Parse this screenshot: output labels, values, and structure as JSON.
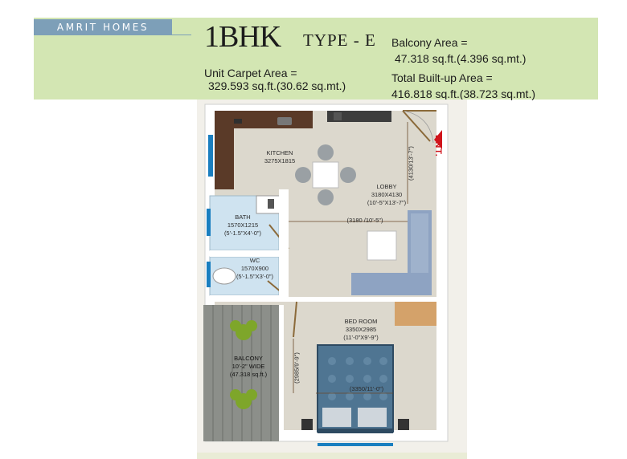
{
  "header": {
    "brand": "AMRIT HOMES",
    "title_main": "1BHK",
    "title_type": "TYPE - E",
    "balcony_area_label": "Balcony Area =",
    "balcony_area_value": "47.318 sq.ft.(4.396 sq.mt.)",
    "carpet_area_label": "Unit Carpet Area =",
    "carpet_area_value": "329.593 sq.ft.(30.62 sq.mt.)",
    "builtup_area_label": "Total Built-up Area =",
    "builtup_area_value": "416.818 sq.ft.(38.723 sq.mt.)"
  },
  "plan": {
    "entrance": "ENT.",
    "rooms": {
      "kitchen": {
        "name": "KITCHEN",
        "size": "3275X1815"
      },
      "lobby": {
        "name": "LOBBY",
        "size": "3180X4130",
        "imperial": "(10'-5\"X13'-7\")"
      },
      "bath": {
        "name": "BATH",
        "size": "1570X1215",
        "imperial": "(5'-1.5\"X4'-0\")"
      },
      "wc": {
        "name": "WC",
        "size": "1570X900",
        "imperial": "(5'-1.5\"X3'-0\")"
      },
      "bedroom": {
        "name": "BED ROOM",
        "size": "3350X2985",
        "imperial": "(11'-0\"X9'-9\")"
      },
      "balcony": {
        "name": "BALCONY",
        "width": "10'-2\" WIDE",
        "area": "(47.318 sq.ft.)"
      }
    },
    "dimensions": {
      "lobby_width": "(3180 /10'-5\")",
      "lobby_depth": "(4130/13'-7\")",
      "bedroom_width": "(3350/11'-0\")",
      "bedroom_depth": "(2985/9'-9\")"
    },
    "colors": {
      "floor": "#dcd8cd",
      "wall": "#ffffff",
      "counter": "#5a3a28",
      "wet_area": "#cfe3f0",
      "sofa": "#8ea3c2",
      "bed": "#4f7592",
      "wardrobe": "#d4a26a",
      "entrance": "#d0141b"
    }
  }
}
